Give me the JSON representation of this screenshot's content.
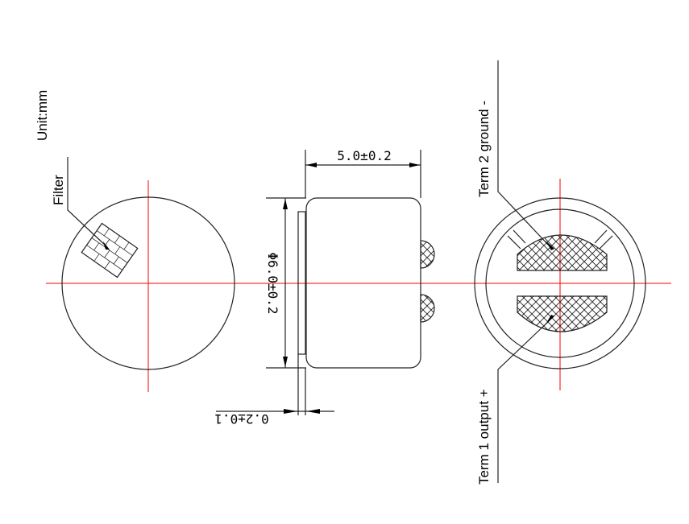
{
  "labels": {
    "unit": "Unit:mm",
    "filter": "Filter",
    "term2": "Term 2 ground -",
    "term1": "Term 1 output +"
  },
  "dimensions": {
    "length": "5.0±0.2",
    "diameter": "Φ6.0±0.2",
    "plate_thickness": "0.2±0.1"
  },
  "colors": {
    "centerline": "#ff0000",
    "outline": "#222222"
  }
}
